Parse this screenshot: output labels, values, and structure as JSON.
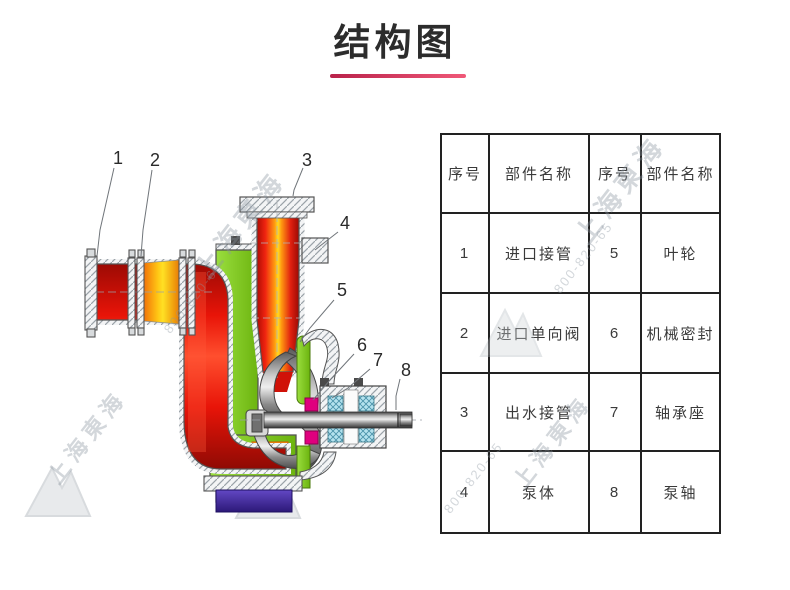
{
  "page": {
    "title": "结构图"
  },
  "accent": {
    "underline_left": "#b9224a",
    "underline_right": "#f05878"
  },
  "diagram": {
    "type": "pump-cross-section",
    "callout_numbers": [
      "1",
      "2",
      "3",
      "4",
      "5",
      "6",
      "7",
      "8"
    ],
    "colors": {
      "pipe_red": "#e81408",
      "valve_yellow": "#ffd922",
      "casing_green": "#7cc41c",
      "seal_magenta": "#e0007e",
      "bearing_cyan": "#b4e2ee",
      "base_purple": "#3c2490",
      "metal_gray": "#b8b8b8"
    }
  },
  "table": {
    "headers": [
      "序号",
      "部件名称",
      "序号",
      "部件名称"
    ],
    "rows": [
      [
        "1",
        "进口接管",
        "5",
        "叶轮"
      ],
      [
        "2",
        "进口单向阀",
        "6",
        "机械密封"
      ],
      [
        "3",
        "出水接管",
        "7",
        "轴承座"
      ],
      [
        "4",
        "泵体",
        "8",
        "泵轴"
      ]
    ]
  },
  "watermark": {
    "company": "上海東海",
    "phone": "800-820-65"
  }
}
